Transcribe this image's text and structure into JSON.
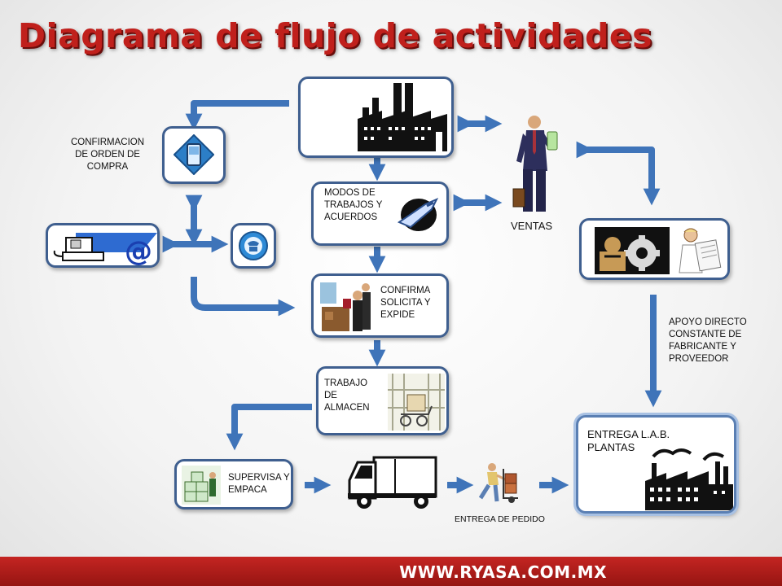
{
  "title": "Diagrama de flujo de actividades",
  "nodes": {
    "confirmacion": "CONFIRMACION DE ORDEN DE COMPRA",
    "modos": "MODOS DE TRABAJOS Y ACUERDOS",
    "ventas": "VENTAS",
    "confirma": "CONFIRMA SOLICITA Y EXPIDE",
    "almacen": "TRABAJO DE ALMACEN",
    "apoyo": "APOYO DIRECTO CONSTANTE  DE FABRICANTE  Y PROVEEDOR",
    "entrega_lab": "ENTREGA L.A.B. PLANTAS",
    "supervisa": "SUPERVISA Y EMPACA",
    "entrega_pedido": "ENTREGA DE PEDIDO"
  },
  "footer": {
    "url": "WWW.RYASA.COM.MX"
  },
  "colors": {
    "arrow": "#3f74b9",
    "title": "#c0201c",
    "footer": "#b01c19",
    "border": "#3f5f8f"
  },
  "icons": [
    "factory-icon",
    "pda-icon",
    "computer-email-icon",
    "phone-icon",
    "handshake-icon",
    "businessman-icon",
    "office-people-icon",
    "warehouse-icon",
    "gears-icon",
    "engineer-icon",
    "boxes-worker-icon",
    "truck-icon",
    "hand-truck-worker-icon",
    "plant-factory-icon"
  ]
}
